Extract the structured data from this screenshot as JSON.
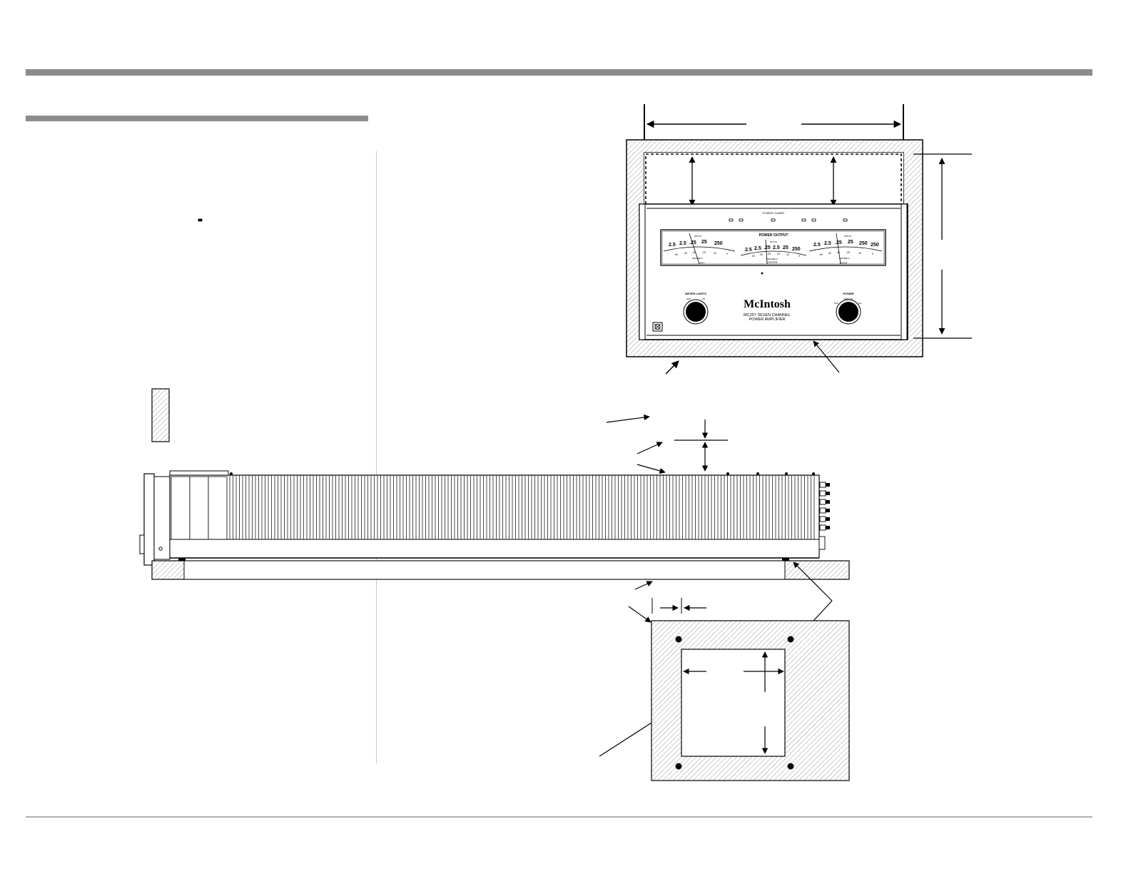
{
  "colors": {
    "rule_gray": "#8c8c8c",
    "rule_light": "#b0b0b0",
    "line": "#000000"
  },
  "amplifier": {
    "power_guard_label": "POWER GUARD",
    "meter_title": "POWER OUTPUT",
    "meter_left": {
      "watts_label": "WATTS",
      "decibels_label": "DECIBELS",
      "channel_label": "LEFT",
      "watts_scale": [
        "2.5",
        "2.5",
        ".25",
        "25",
        "250"
      ],
      "db_scale": [
        "-50",
        "-40",
        "-30",
        "-20",
        "-10",
        "0"
      ]
    },
    "meter_center": {
      "watts_label": "WATTS",
      "decibels_label": "DECIBELS",
      "channel_label": "CENTER",
      "watts_scale": [
        "2.5",
        "2.5",
        ".25",
        "2.5",
        "25",
        "250"
      ],
      "db_scale": [
        "-50",
        "-40",
        "-30",
        "-20",
        "-10",
        "0"
      ]
    },
    "meter_right": {
      "watts_label": "WATTS",
      "decibels_label": "DECIBELS",
      "channel_label": "RIGHT",
      "watts_scale": [
        "2.5",
        "2.5",
        ".25",
        "25",
        "250"
      ],
      "db_scale": [
        "-50",
        "-40",
        "-30",
        "-20",
        "-10",
        "0"
      ]
    },
    "meter_lights_label": "METER LIGHTS",
    "meter_lights_off": "OFF",
    "meter_lights_on": "ON",
    "brand": "McIntosh",
    "model_line1": "MC257 SEVEN CHANNEL",
    "model_line2": "POWER AMPLIFIER",
    "power_label": "POWER",
    "power_off": "OFF",
    "power_remote": "REMOTE",
    "power_on": "ON"
  }
}
